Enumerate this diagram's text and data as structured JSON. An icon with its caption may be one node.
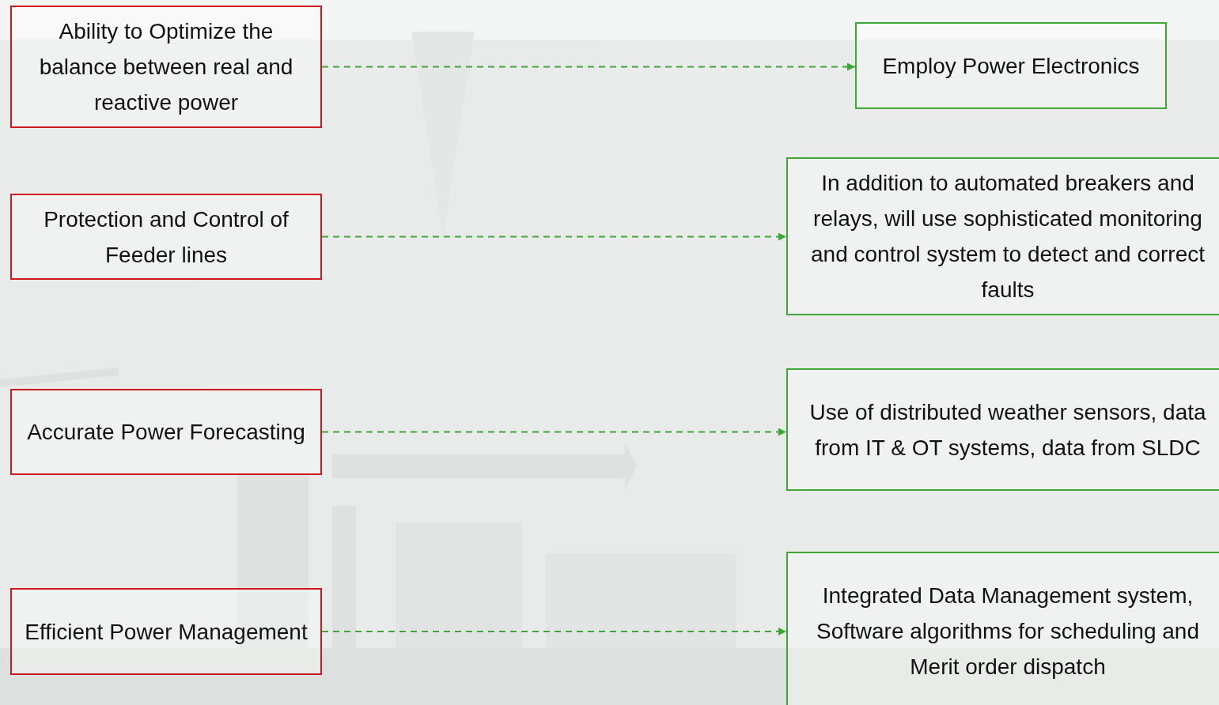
{
  "diagram": {
    "nodes": [
      {
        "text": [
          "Ability to Optimize the balance between real and reactive power"
        ]
      },
      {
        "text": [
          "Protection and Control of Feeder lines"
        ]
      },
      {
        "text": [
          "Accurate Power Forecasting"
        ]
      },
      {
        "text": [
          "Efficient Power Management"
        ]
      },
      {
        "text": [
          "Employ Power Electronics"
        ]
      },
      {
        "text": [
          "In addition to automated breakers and relays, will use sophisticated monitoring and control system to detect and correct faults"
        ]
      },
      {
        "text": [
          "Use of distributed weather sensors, data from IT & OT systems, data from SLDC"
        ]
      },
      {
        "text": [
          "Integrated Data Management system, Software algorithms for scheduling and Merit order dispatch"
        ]
      }
    ],
    "edges": [
      {
        "from": 0,
        "to": 4,
        "arrow": "to",
        "style": "dashed"
      },
      {
        "from": 1,
        "to": 5,
        "arrow": "to",
        "style": "dashed"
      },
      {
        "from": 2,
        "to": 6,
        "arrow": "to",
        "style": "dashed"
      },
      {
        "from": 3,
        "to": 7,
        "arrow": "to",
        "style": "dashed"
      }
    ]
  }
}
